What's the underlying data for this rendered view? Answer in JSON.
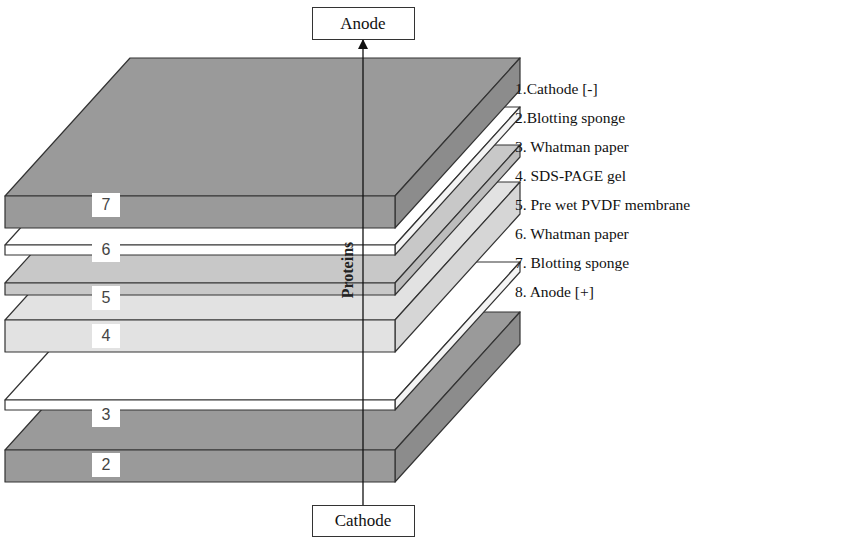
{
  "diagram": {
    "nodes": [
      {
        "text": [
          "Anode"
        ]
      },
      {
        "text": [
          "Cathode"
        ]
      }
    ],
    "edges": [
      {
        "from": 1,
        "to": 0,
        "arrow": "to",
        "label": "Proteins"
      }
    ],
    "labels": [
      "7",
      "6",
      "5",
      "4",
      "3",
      "2",
      "1.Cathode [-]",
      "2.Blotting sponge",
      "3. Whatman paper",
      "4. SDS-PAGE gel",
      "5. Pre wet PVDF membrane",
      "6. Whatman paper",
      "7. Blotting sponge",
      "8. Anode [+]"
    ]
  }
}
